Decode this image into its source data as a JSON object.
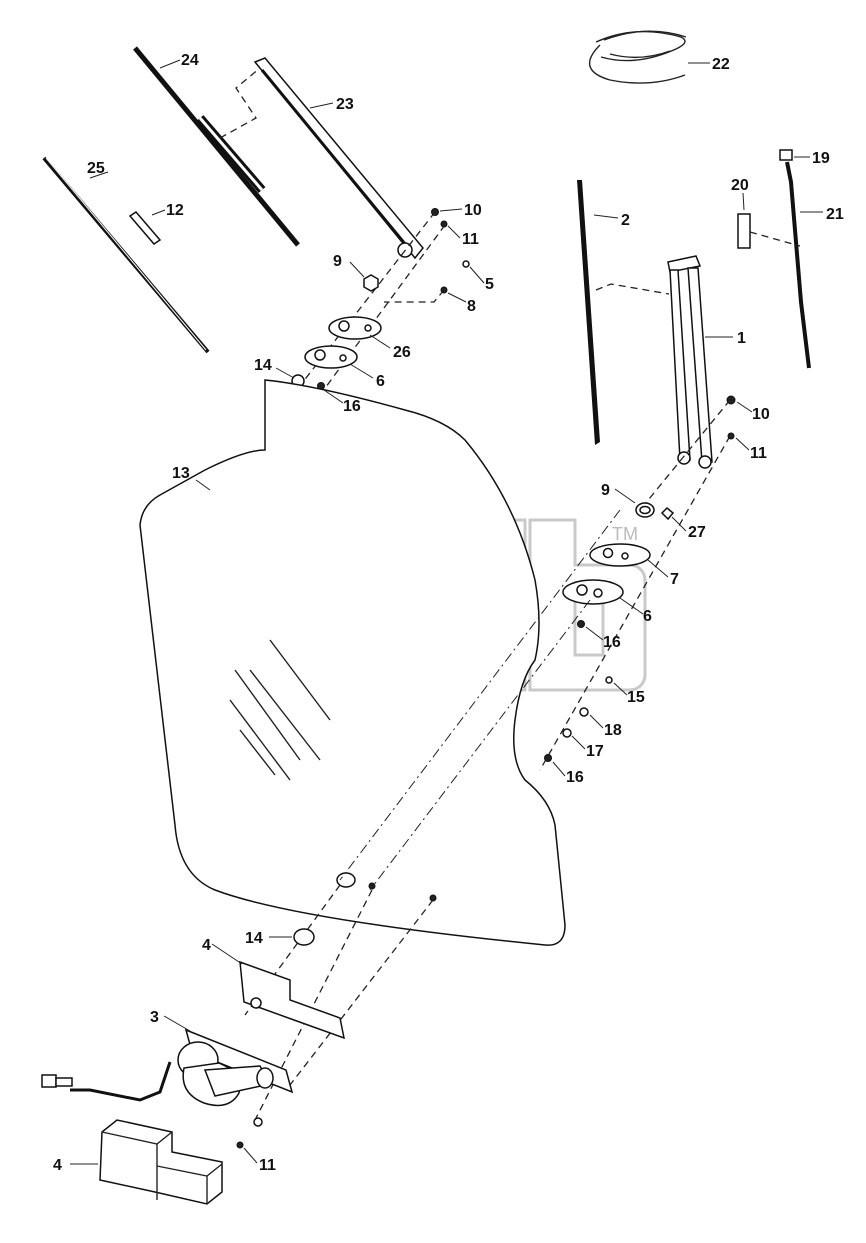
{
  "watermark": {
    "brand": "",
    "tm": "TM"
  },
  "callouts": [
    {
      "id": "c24",
      "text": "24"
    },
    {
      "id": "c23",
      "text": "23"
    },
    {
      "id": "c22",
      "text": "22"
    },
    {
      "id": "c25",
      "text": "25"
    },
    {
      "id": "c12",
      "text": "12"
    },
    {
      "id": "c10a",
      "text": "10"
    },
    {
      "id": "c11a",
      "text": "11"
    },
    {
      "id": "c9a",
      "text": "9"
    },
    {
      "id": "c5",
      "text": "5"
    },
    {
      "id": "c8",
      "text": "8"
    },
    {
      "id": "c26",
      "text": "26"
    },
    {
      "id": "c14a",
      "text": "14"
    },
    {
      "id": "c6a",
      "text": "6"
    },
    {
      "id": "c16a",
      "text": "16"
    },
    {
      "id": "c19",
      "text": "19"
    },
    {
      "id": "c20",
      "text": "20"
    },
    {
      "id": "c21",
      "text": "21"
    },
    {
      "id": "c2",
      "text": "2"
    },
    {
      "id": "c1",
      "text": "1"
    },
    {
      "id": "c10b",
      "text": "10"
    },
    {
      "id": "c11b",
      "text": "11"
    },
    {
      "id": "c13",
      "text": "13"
    },
    {
      "id": "c9b",
      "text": "9"
    },
    {
      "id": "c27",
      "text": "27"
    },
    {
      "id": "c7",
      "text": "7"
    },
    {
      "id": "c6b",
      "text": "6"
    },
    {
      "id": "c16b",
      "text": "16"
    },
    {
      "id": "c15",
      "text": "15"
    },
    {
      "id": "c18",
      "text": "18"
    },
    {
      "id": "c17",
      "text": "17"
    },
    {
      "id": "c16c",
      "text": "16"
    },
    {
      "id": "c14b",
      "text": "14"
    },
    {
      "id": "c4a",
      "text": "4"
    },
    {
      "id": "c3",
      "text": "3"
    },
    {
      "id": "c11c",
      "text": "11"
    },
    {
      "id": "c4b",
      "text": "4"
    }
  ]
}
